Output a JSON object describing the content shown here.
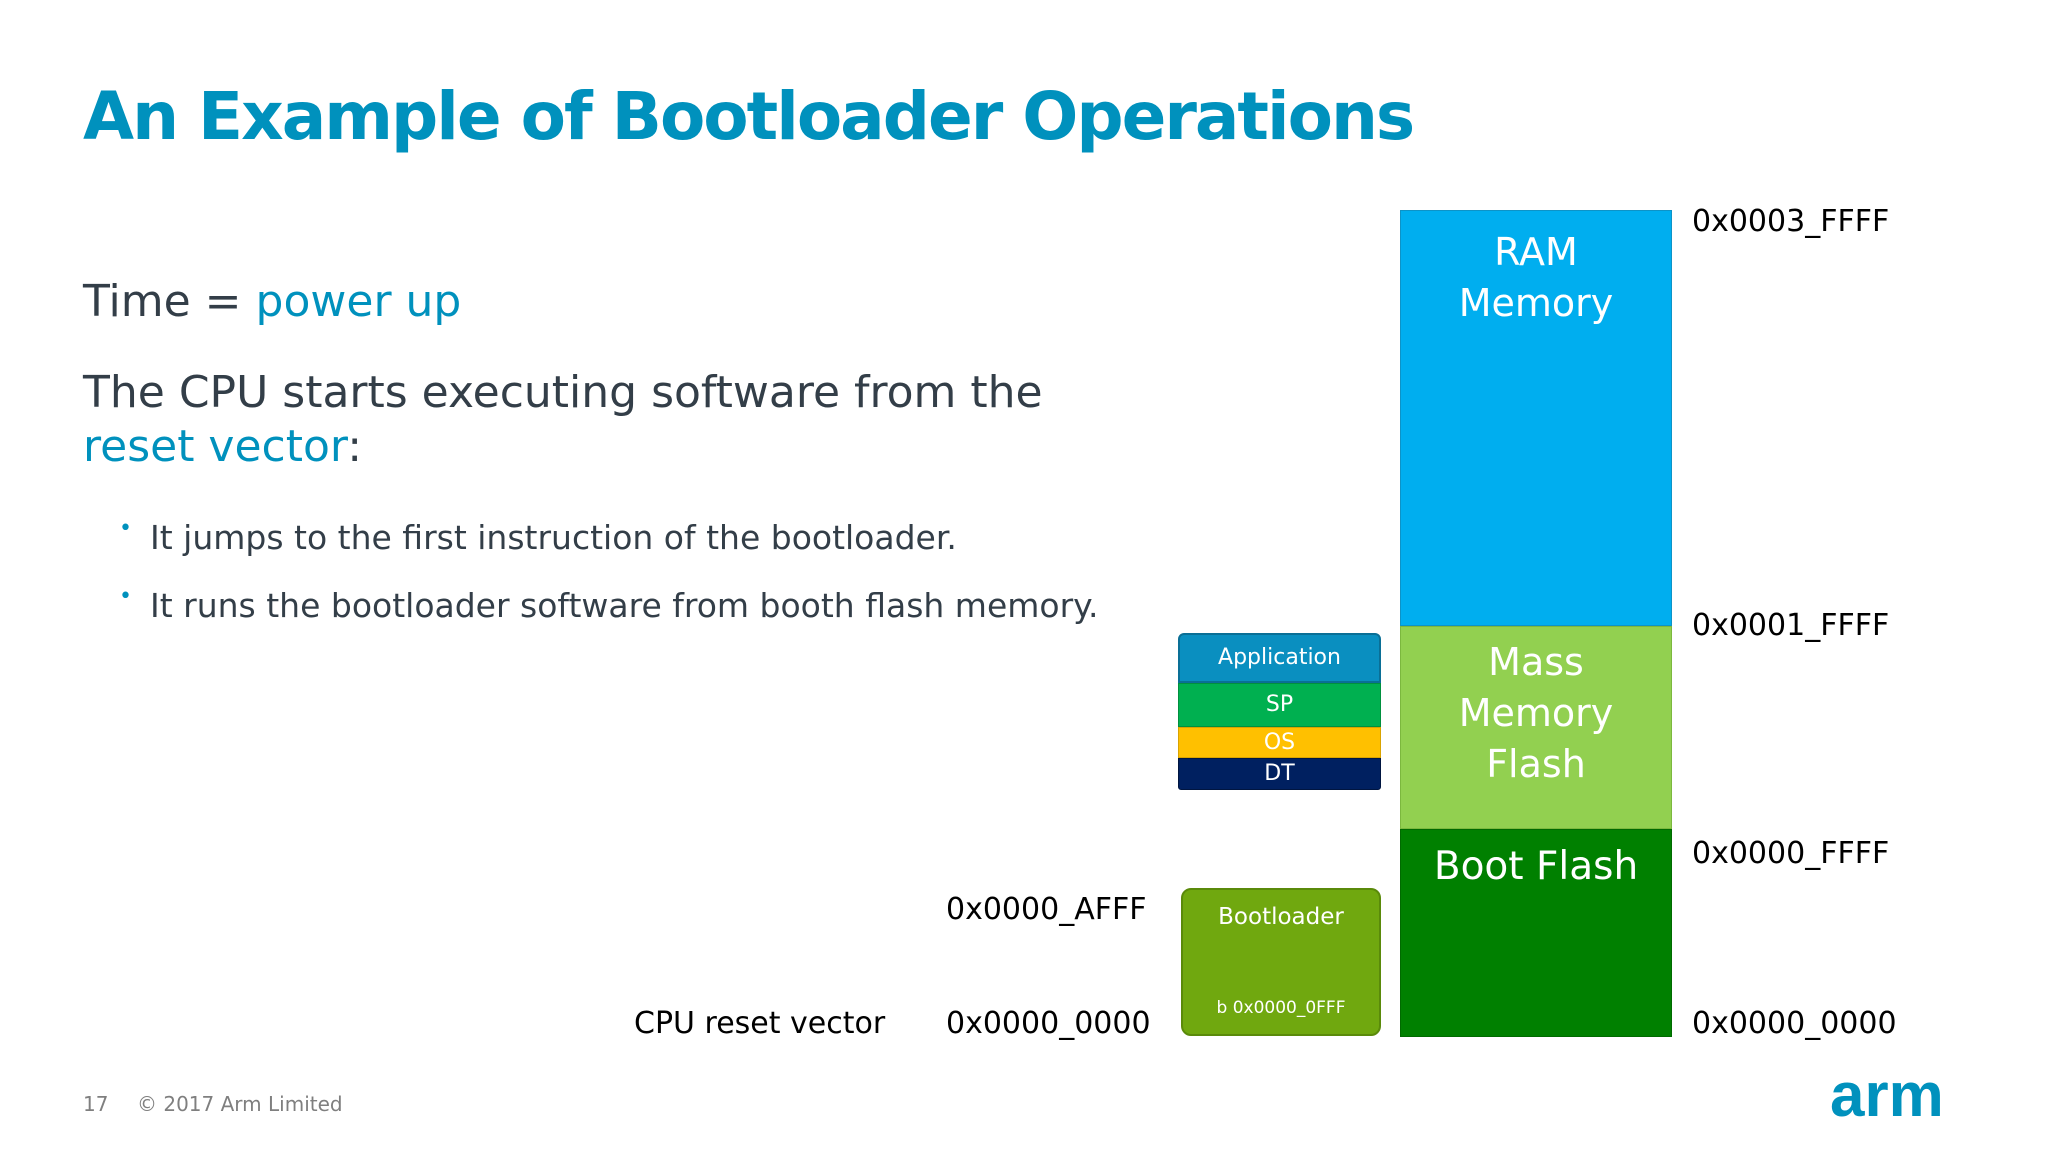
{
  "slide": {
    "title": "An Example of Bootloader Operations",
    "time_prefix": "Time = ",
    "time_value": "power up",
    "cpu_text": "The CPU starts executing software from the ",
    "cpu_accent": "reset vector",
    "cpu_suffix": ":",
    "bullets": [
      "It jumps to the first instruction of the bootloader.",
      "It runs the bootloader software from booth flash memory."
    ]
  },
  "memory_map": {
    "regions": [
      {
        "label_line1": "RAM",
        "label_line2": "Memory",
        "color": "#00aeef"
      },
      {
        "label_line1": "Mass",
        "label_line2": "Memory",
        "label_line3": "Flash",
        "color": "#92d050"
      },
      {
        "label_line1": "Boot Flash",
        "color": "#008000"
      }
    ],
    "addresses": {
      "top": "0x0003_FFFF",
      "ram_mass": "0x0001_FFFF",
      "mass_boot": "0x0000_FFFF",
      "bottom": "0x0000_0000"
    }
  },
  "software_stack": {
    "blocks": [
      {
        "label": "Application",
        "color": "#0a8fc0"
      },
      {
        "label": "SP",
        "color": "#00b050"
      },
      {
        "label": "OS",
        "color": "#ffc000"
      },
      {
        "label": "DT",
        "color": "#002060"
      }
    ],
    "bootloader": {
      "label": "Bootloader",
      "range": "b 0x0000_0FFF",
      "color": "#70a80f",
      "top_address": "0x0000_AFFF",
      "bottom_address": "0x0000_0000"
    },
    "reset_vector_label": "CPU reset vector"
  },
  "footer": {
    "page_number": "17",
    "copyright": "© 2017 Arm Limited",
    "logo_text": "arm",
    "logo_color": "#0091bd"
  }
}
